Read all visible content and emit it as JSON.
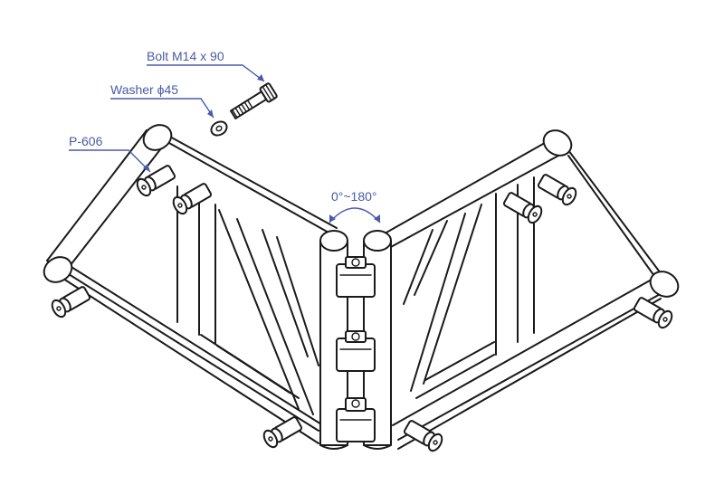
{
  "labels": {
    "bolt": "Bolt M14 x 90",
    "washer": "Washer ϕ45",
    "part": "P-606",
    "angle": "0°~180°"
  },
  "colors": {
    "callout": "#4a5aa8",
    "line": "#1a1a1a"
  }
}
